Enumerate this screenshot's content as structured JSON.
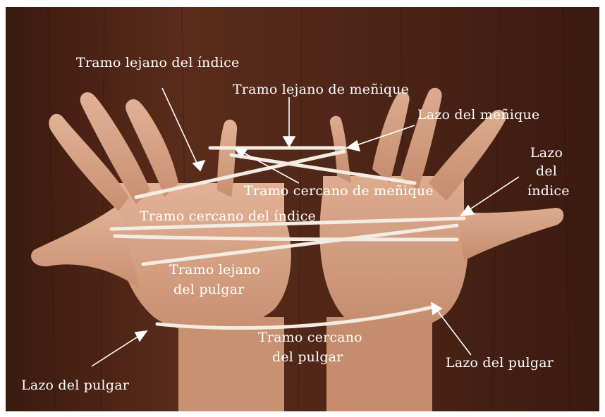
{
  "labels": {
    "tramo_lejano_indice": "Tramo lejano del índice",
    "tramo_lejano_menique": "Tramo lejano de meñique",
    "lazo_menique": "Lazo del meñique",
    "lazo_indice_1": "Lazo",
    "lazo_indice_2": "del",
    "lazo_indice_3": "índice",
    "tramo_cercano_menique": "Tramo cercano de meñique",
    "tramo_cercano_indice": "Tramo cercano del índice",
    "tramo_lejano_pulgar_1": "Tramo lejano",
    "tramo_lejano_pulgar_2": "del   pulgar",
    "tramo_cercano_pulgar_1": "Tramo cercano",
    "tramo_cercano_pulgar_2": "del   pulgar",
    "lazo_pulgar_derecho": "Lazo del pulgar",
    "lazo_pulgar_izquierdo": "Lazo del pulgar"
  },
  "colors": {
    "background": "#4a2416",
    "skin": "#d9a78a",
    "skin_shadow": "#b97f62",
    "string": "#f3ece2",
    "label": "#ffffff"
  }
}
